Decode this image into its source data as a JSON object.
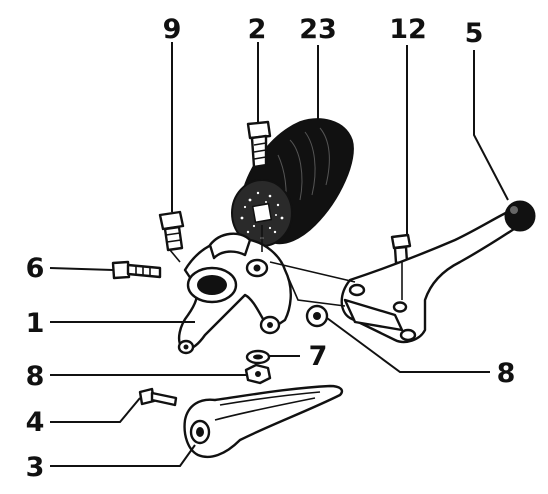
{
  "diagram": {
    "callouts": {
      "c9": "9",
      "c2": "2",
      "c23": "23",
      "c12": "12",
      "c5": "5",
      "c6": "6",
      "c1": "1",
      "c7": "7",
      "c8_left": "8",
      "c8_right": "8",
      "c4": "4",
      "c3": "3"
    },
    "colors": {
      "ink": "#111111",
      "background": "#ffffff"
    }
  }
}
